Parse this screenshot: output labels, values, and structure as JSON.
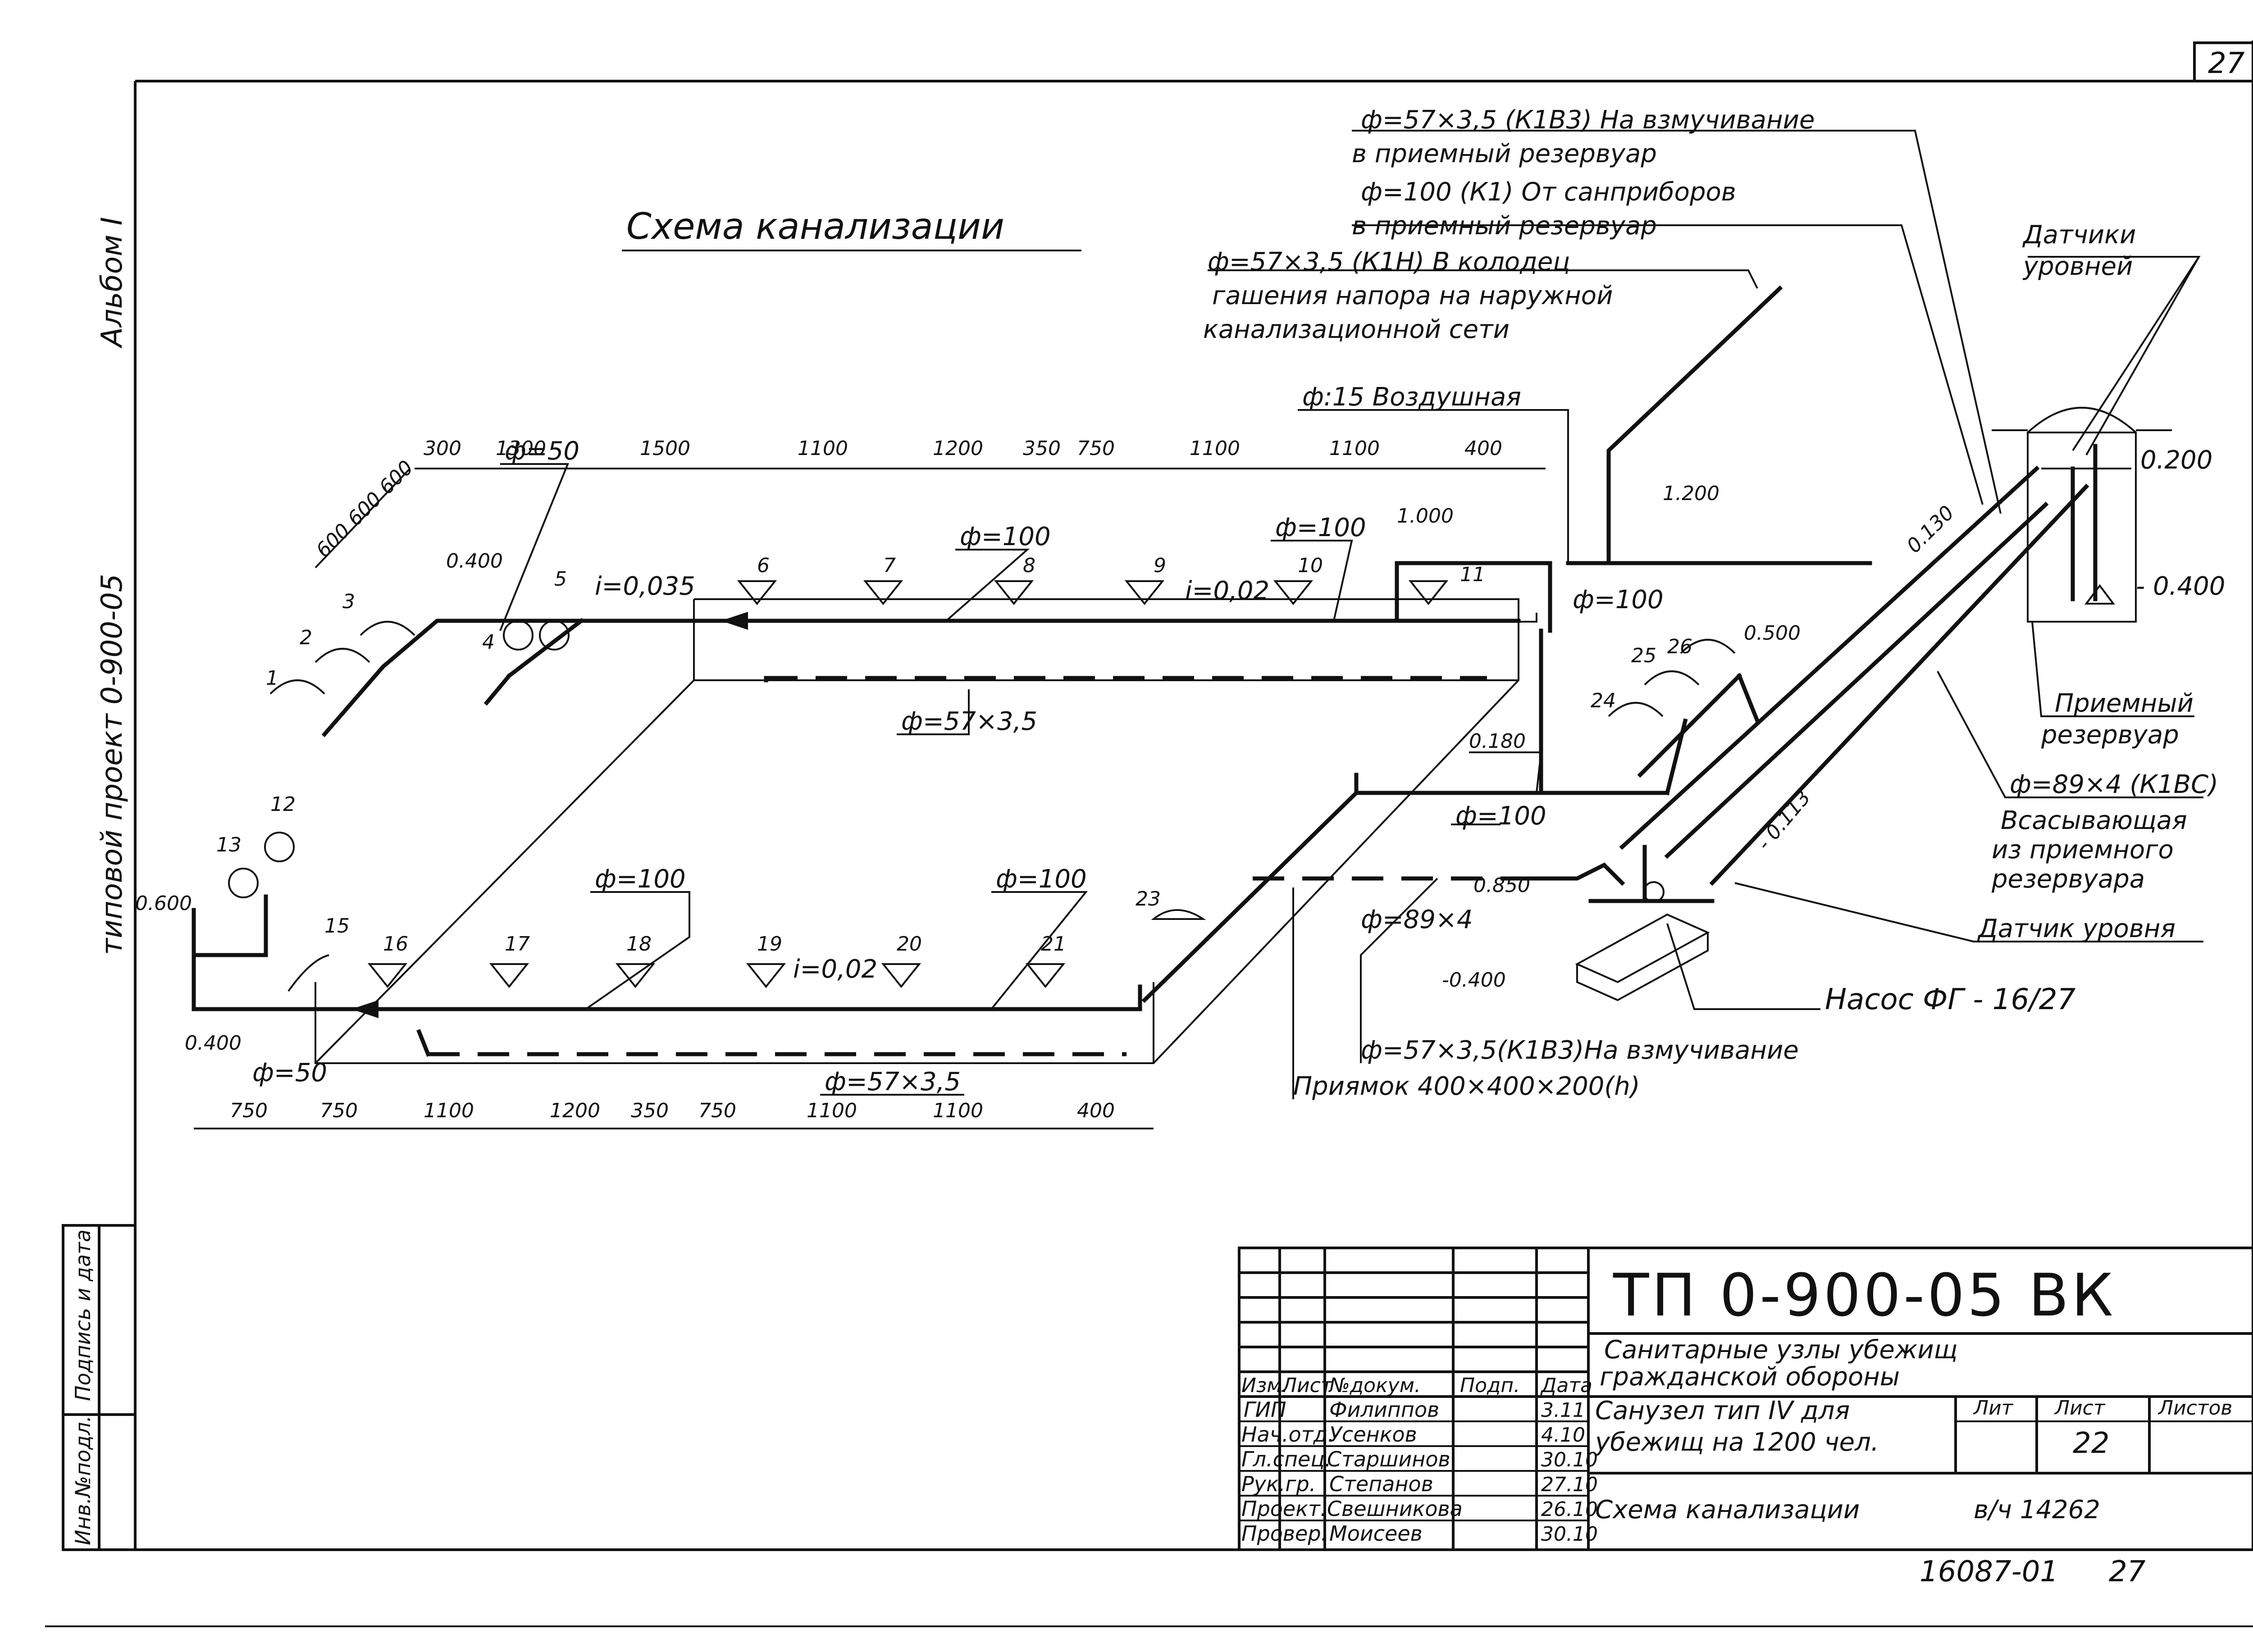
{
  "sheet": {
    "number": "27",
    "bottom_code": "16087-01",
    "bottom_page": "27"
  },
  "side": {
    "album": "Альбом I",
    "project": "типовой проект 0-900-05"
  },
  "side_stamp": {
    "inv": "Инв.№подл.",
    "sign": "Подпись и дата"
  },
  "main_title": "Схема канализации",
  "callouts": {
    "c1_line1": "ф=57×3,5 (К1В3) На взмучивание",
    "c1_line2": "в приемный резервуар",
    "c2_line1": "ф=100 (К1) От санприборов",
    "c2_line2": "в приемный резервуар",
    "c3_line1": "ф=57×3,5 (К1Н) В колодец",
    "c3_line2": "гашения напора на наружной",
    "c3_line3": "канализационной сети",
    "c4": "ф:15 Воздушная",
    "sensors_line1": "Датчики",
    "sensors_line2": "уровней",
    "tank_line1": "Приемный",
    "tank_line2": "резервуар",
    "suction_line1": "ф=89×4 (К1ВС)",
    "suction_line2": "Всасывающая",
    "suction_line3": "из приемного",
    "suction_line4": "резервуара",
    "level_sensor": "Датчик уровня",
    "pump": "Насос ФГ - 16/27",
    "agitation": "ф=57×3,5(К1В3)На взмучивание",
    "pit": "Приямок 400×400×200(h)"
  },
  "pipe_labels": {
    "d50_top": "ф=50",
    "d100_a": "ф=100",
    "d100_b": "ф=100",
    "d100_c": "ф=100",
    "d100_d": "ф=100",
    "d100_e": "ф=100",
    "d100_f": "ф=100",
    "d57_a": "ф=57×3,5",
    "d57_b": "ф=57×3,5",
    "d89": "ф=89×4",
    "d50_bottom": "ф=50",
    "slope_a": "i=0,035",
    "slope_b": "i=0,02",
    "slope_c": "i=0,02"
  },
  "elevations": {
    "e0400a": "0.400",
    "e1000": "1.000",
    "e1200": "1.200",
    "e0130": "0.130",
    "e0200": "0.200",
    "em0400a": "- 0.400",
    "e0500": "0.500",
    "e0180": "0.180",
    "em0113": "- 0.113",
    "e0850": "0.850",
    "em0400b": "-0.400",
    "e0600": "0.600",
    "e0400b": "0.400"
  },
  "dims_top": [
    "300",
    "1300",
    "1500",
    "1100",
    "1200",
    "350",
    "750",
    "1100",
    "1100",
    "400"
  ],
  "dims_side": [
    "600",
    "600",
    "600"
  ],
  "dims_bottom": [
    "750",
    "750",
    "1100",
    "1200",
    "350",
    "750",
    "1100",
    "1100",
    "400"
  ],
  "fixtures": [
    "1",
    "2",
    "3",
    "4",
    "5",
    "6",
    "7",
    "8",
    "9",
    "10",
    "11",
    "12",
    "13",
    "15",
    "16",
    "17",
    "18",
    "19",
    "20",
    "21",
    "23",
    "24",
    "25",
    "26"
  ],
  "title_block": {
    "code": "ТП 0-900-05 ВК",
    "subject_line1": "Санитарные узлы убежищ",
    "subject_line2": "гражданской обороны",
    "object_line1": "Санузел тип IV для",
    "object_line2": "убежищ на 1200 чел.",
    "sheet_name": "Схема канализации",
    "h_izm": "Изм.",
    "h_list": "Лист",
    "h_doc": "№докум.",
    "h_sign": "Подп.",
    "h_date": "Дата",
    "h_lit": "Лит",
    "h_sheet": "Лист",
    "h_sheets": "Листов",
    "sheet_no": "22",
    "inventory": "в/ч 14262",
    "people": [
      {
        "role": "ГИП",
        "name": "Филиппов",
        "date": "3.11"
      },
      {
        "role": "Нач.отд.",
        "name": "Усенков",
        "date": "4.10"
      },
      {
        "role": "Гл.спец.",
        "name": "Старшинов",
        "date": "30.10"
      },
      {
        "role": "Рук.гр.",
        "name": "Степанов",
        "date": "27.10"
      },
      {
        "role": "Проект.",
        "name": "Свешникова",
        "date": "26.10"
      },
      {
        "role": "Провер.",
        "name": "Моисеев",
        "date": "30.10"
      }
    ]
  }
}
